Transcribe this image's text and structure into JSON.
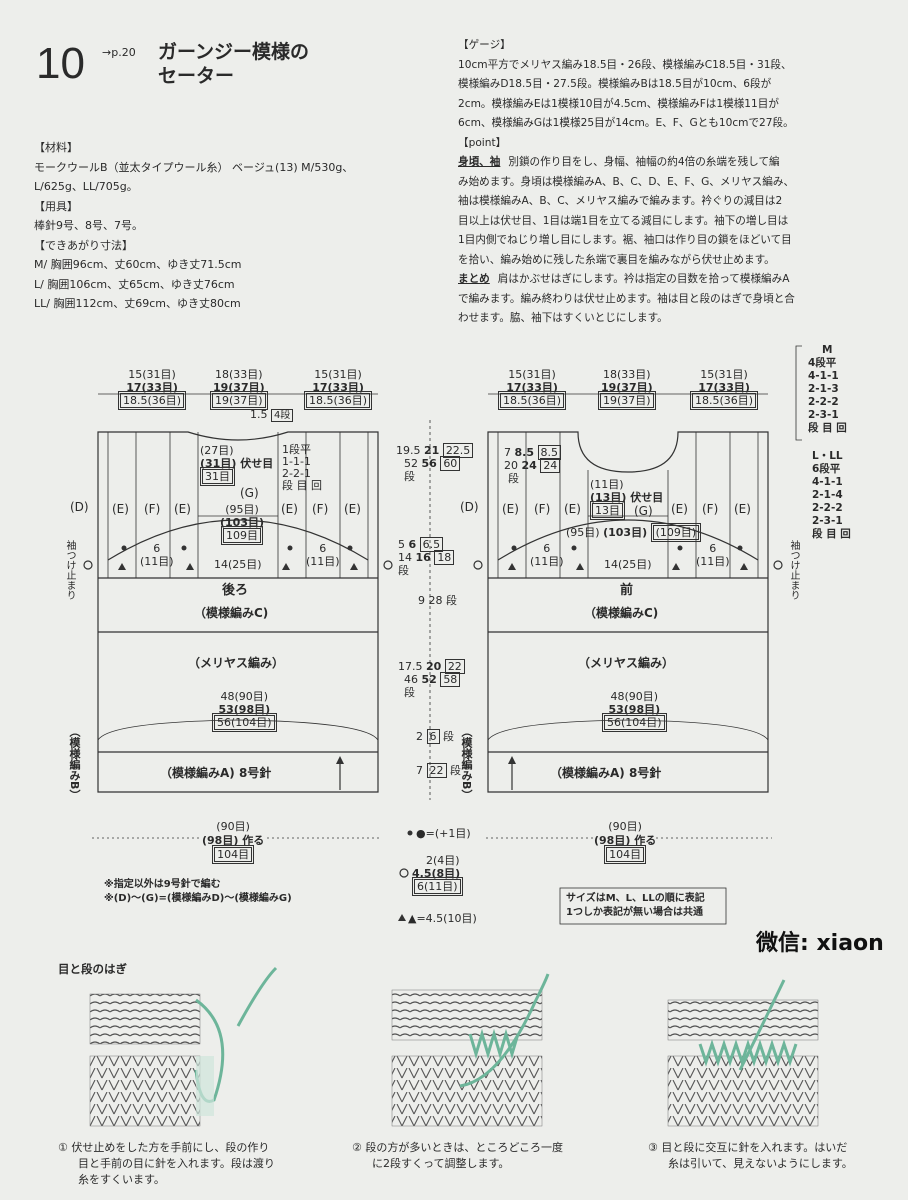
{
  "header": {
    "number": "10",
    "page_ref": "→p.20",
    "title_line1": "ガーンジー模様の",
    "title_line2": "セーター"
  },
  "materials": {
    "heading": "【材料】",
    "line1": "モークウールB（並太タイプウール糸） ベージュ(13) M/530g、",
    "line2": "L/625g、LL/705g。",
    "tools_heading": "【用具】",
    "tools": "棒針9号、8号、7号。",
    "size_heading": "【できあがり寸法】",
    "size_m": "M/ 胸囲96cm、丈60cm、ゆき丈71.5cm",
    "size_l": "L/ 胸囲106cm、丈65cm、ゆき丈76cm",
    "size_ll": "LL/ 胸囲112cm、丈69cm、ゆき丈80cm"
  },
  "gauge": {
    "heading": "【ゲージ】",
    "lines": [
      "10cm平方でメリヤス編み18.5目・26段、模様編みC18.5目・31段、",
      "模様編みD18.5目・27.5段。模様編みBは18.5目が10cm、6段が",
      "2cm。模様編みEは1模様10目が4.5cm、模様編みFは1模様11目が",
      "6cm、模様編みGは1模様25目が14cm。E、F、Gとも10cmで27段。"
    ],
    "point_heading": "【point】",
    "point_label": "身頃、袖",
    "point_lines": [
      "別鎖の作り目をし、身幅、袖幅の約4倍の糸端を残して編",
      "み始めます。身頃は模様編みA、B、C、D、E、F、G、メリヤス編み、",
      "袖は模様編みA、B、C、メリヤス編みで編みます。衿ぐりの減目は2",
      "目以上は伏せ目、1目は端1目を立てる減目にします。袖下の増し目は",
      "1目内側でねじり増し目にします。裾、袖口は作り目の鎖をほどいて目",
      "を拾い、編み始めに残した糸端で裏目を編みながら伏せ止めます。"
    ],
    "matome_label": "まとめ",
    "matome_lines": [
      "肩はかぶせはぎにします。衿は指定の目数を拾って模様編みA",
      "で編みます。編み終わりは伏せ止めます。袖は目と段のはぎで身頃と合",
      "わせます。脇、袖下はすくいとじにします。"
    ]
  },
  "diagram": {
    "back_label": "後ろ",
    "front_label": "前",
    "pattern_c": "（模様編みC)",
    "stockinette": "（メリヤス編み）",
    "pattern_a": "（模様編みA) 8号針",
    "pattern_b_vertical": "（模様編みB）",
    "sleeve_stop": "袖つけ止まり",
    "shoulder": [
      "15(31目)",
      "17(33目)",
      "18.5(36目)"
    ],
    "neck": [
      "18(33目)",
      "19(37目)",
      "19(37目)"
    ],
    "back_neck_dim": [
      "1.5",
      "4段"
    ],
    "back_neck_rows": [
      "1段平",
      "1-1-1",
      "2-2-1",
      "段 目 回"
    ],
    "back_neck_bind": [
      "(27目)",
      "(31目) 伏せ目",
      "31目"
    ],
    "pattern_g": "(G)",
    "pattern_d": "(D)",
    "pattern_e": "(E)",
    "pattern_f": "(F)",
    "yoke_sts": [
      "(95目)",
      "(103目)",
      "109目"
    ],
    "front_yoke_sts": [
      "(95目)",
      "(103目)",
      "(109目)"
    ],
    "front_neck_bind": [
      "(11目)",
      "(13目) 伏せ目",
      "13目"
    ],
    "front_neck_dim": [
      "7",
      "8.5",
      "8.5",
      "20",
      "24",
      "24"
    ],
    "front_neck_rows_label": "段",
    "inc_6": [
      "6",
      "(11目)"
    ],
    "inc_14": "14(25目)",
    "body_sts": [
      "48(90目)",
      "53(98目)",
      "56(104目)"
    ],
    "cast_on": [
      "(90目)",
      "(98目) 作る",
      "104目"
    ],
    "side_19_5": [
      "19.5",
      "21",
      "22.5",
      "52",
      "56",
      "60",
      "段"
    ],
    "side_5": [
      "5",
      "6",
      "6.5",
      "14",
      "16",
      "18",
      "段"
    ],
    "side_9": [
      "9",
      "28",
      "段"
    ],
    "side_17_5": [
      "17.5",
      "20",
      "22",
      "46",
      "52",
      "58",
      "段"
    ],
    "side_2": [
      "2",
      "6",
      "段"
    ],
    "side_7": [
      "7",
      "22",
      "段"
    ],
    "m_rows": [
      "M",
      "4段平",
      "4-1-1",
      "2-1-3",
      "2-2-2",
      "2-3-1",
      "段 目 回"
    ],
    "l_rows": [
      "L・LL",
      "6段平",
      "4-1-1",
      "2-1-4",
      "2-2-2",
      "2-3-1",
      "段 目 回"
    ],
    "legend_dot": "●=(+1目)",
    "legend_circle": [
      "2(4目)",
      "4.5(8目)",
      "6(11目)"
    ],
    "legend_tri": "▲=4.5(10目)",
    "note1": "※指定以外は9号針で編む",
    "note2": "※(D)〜(G)=(模様編みD)〜(模様編みG)",
    "size_note": [
      "サイズはM、L、LLの順に表記",
      "1つしか表記が無い場合は共通"
    ]
  },
  "watermark": "微信: xiaon",
  "technique": {
    "heading": "目と段のはぎ",
    "captions": [
      [
        "① 伏せ止めをした方を手前にし、段の作り",
        "目と手前の目に針を入れます。段は渡り",
        "糸をすくいます。"
      ],
      [
        "② 段の方が多いときは、ところどころ一度",
        "に2段すくって調整します。"
      ],
      [
        "③ 目と段に交互に針を入れます。はいだ",
        "糸は引いて、見えないようにします。"
      ]
    ]
  },
  "colors": {
    "background": "#edeeeb",
    "ink": "#2a2a2a",
    "yarn": "#6db59a"
  }
}
